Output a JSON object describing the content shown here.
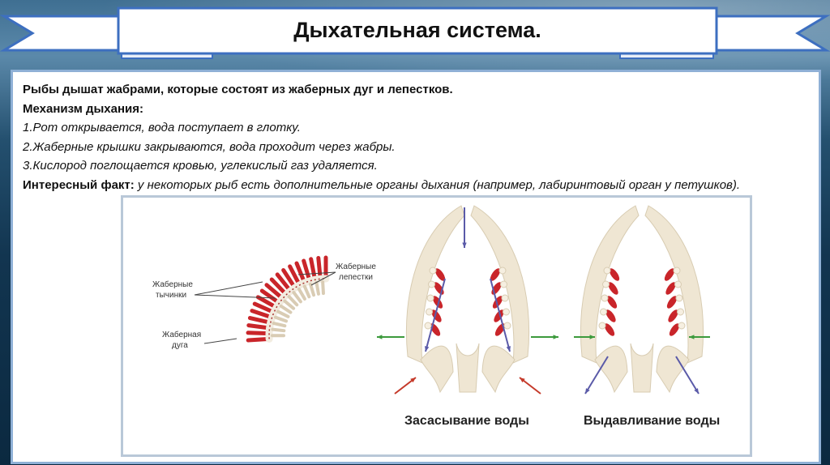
{
  "slide": {
    "title": "Дыхательная система."
  },
  "content": {
    "line1": "Рыбы дышат жабрами, которые состоят из жаберных дуг и лепестков.",
    "mechanism_heading": "Механизм дыхания:",
    "steps": [
      "1.Рот открывается, вода поступает в глотку.",
      "2.Жаберные крышки закрываются, вода проходит через жабры.",
      "3.Кислород поглощается кровью, углекислый газ удаляется."
    ],
    "fact_label": "Интересный факт:",
    "fact_text": " у некоторых рыб есть дополнительные органы дыхания (например, лабиринтовый орган у петушков)."
  },
  "figure": {
    "labels": {
      "rakers": [
        "Жаберные",
        "тычинки"
      ],
      "filaments": [
        "Жаберные",
        "лепестки"
      ],
      "arch": [
        "Жаберная",
        "дуга"
      ]
    },
    "captions": {
      "inhale": "Засасывание воды",
      "exhale": "Выдавливание воды"
    },
    "colors": {
      "filament_red": "#c9252a",
      "bone": "#efe6d3",
      "arrow_blue": "#5a5aa8",
      "arrow_green": "#3c9a3c",
      "arrow_red": "#c53a2a"
    }
  }
}
